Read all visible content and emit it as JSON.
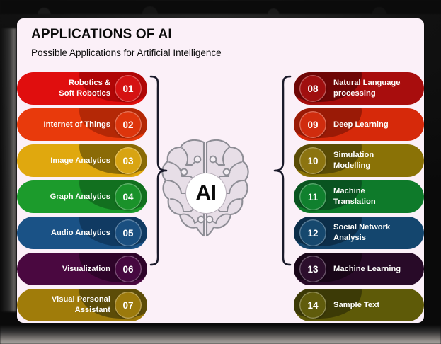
{
  "header": {
    "title": "APPLICATIONS OF AI",
    "subtitle": "Possible Applications for Artificial Intelligence"
  },
  "center": {
    "label": "AI",
    "icon": "brain-circuit-icon"
  },
  "colors": {
    "card_background": "#fbf0f8",
    "frame": "#0c0c0c",
    "title_text": "#0b0b0b",
    "pill_text": "#fdfdfb",
    "badge_text": "#ffffff",
    "brain_fill": "#e6dde6",
    "brain_stroke": "#8d8d95",
    "bracket": "#1a1a2a"
  },
  "left_column": [
    {
      "number": "01",
      "label": "Robotics &\nSoft Robotics",
      "color": "#e00e0e",
      "dark": "#b00606",
      "badge": "#d51212"
    },
    {
      "number": "02",
      "label": "Internet of Things",
      "color": "#e83a0c",
      "dark": "#b42806",
      "badge": "#dd350c"
    },
    {
      "number": "03",
      "label": "Image Analytics",
      "color": "#e0a80e",
      "dark": "#8a6a06",
      "badge": "#d8a412"
    },
    {
      "number": "04",
      "label": "Graph Analytics",
      "color": "#1c9b2c",
      "dark": "#12701f",
      "badge": "#1a922a"
    },
    {
      "number": "05",
      "label": "Audio Analytics",
      "color": "#1a5286",
      "dark": "#103a62",
      "badge": "#1a4f80"
    },
    {
      "number": "06",
      "label": "Visualization",
      "color": "#4a0840",
      "dark": "#2e042a",
      "badge": "#460840"
    },
    {
      "number": "07",
      "label": "Visual Personal\nAssistant",
      "color": "#a07c0a",
      "dark": "#5c4c08",
      "badge": "#9c7a0c"
    }
  ],
  "right_column": [
    {
      "number": "08",
      "label": "Natural Language\nprocessing",
      "color": "#a80d0d",
      "dark": "#6e0606",
      "badge": "#a00f0f"
    },
    {
      "number": "09",
      "label": "Deep Learning",
      "color": "#d6290a",
      "dark": "#9a1a06",
      "badge": "#d02c0e"
    },
    {
      "number": "10",
      "label": "Simulation\nModelling",
      "color": "#8a7206",
      "dark": "#5a4c06",
      "badge": "#8c7410"
    },
    {
      "number": "11",
      "label": "Machine\nTranslation",
      "color": "#0e7a2a",
      "dark": "#095420",
      "badge": "#10802e"
    },
    {
      "number": "12",
      "label": "Social Network\nAnalysis",
      "color": "#14466e",
      "dark": "#0c2e4a",
      "badge": "#16486e"
    },
    {
      "number": "13",
      "label": "Machine Learning",
      "color": "#280a28",
      "dark": "#190618",
      "badge": "#2c0e2c"
    },
    {
      "number": "14",
      "label": "Sample Text",
      "color": "#5e5a08",
      "dark": "#3c3a06",
      "badge": "#605c0c"
    }
  ],
  "brackets": {
    "left": "right-curly-brace",
    "right": "left-curly-brace"
  }
}
